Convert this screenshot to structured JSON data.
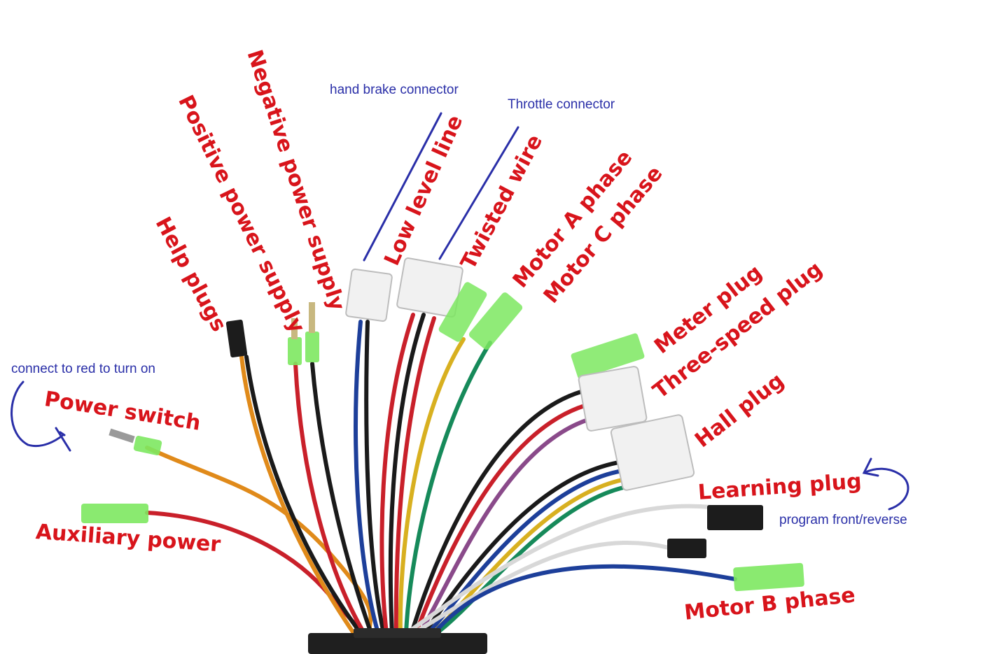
{
  "colors": {
    "label_red": "#d8141b",
    "note_blue": "#2a2fa8",
    "wire_red": "#c9202a",
    "wire_black": "#1a1a1a",
    "wire_yellow": "#d8b020",
    "wire_green": "#168a5a",
    "wire_blue": "#1d3f9a",
    "wire_orange": "#e08a1a",
    "wire_white": "#d8d8d8",
    "sleeve_green": "#7de860"
  },
  "labels": {
    "power_switch": "Power switch",
    "auxiliary_power": "Auxiliary power",
    "help_plugs": "Help plugs",
    "positive_power_supply": "Positive power supply",
    "negative_power_supply": "Negative power supply",
    "low_level_line": "Low level line",
    "twisted_wire": "Twisted wire",
    "motor_a_phase": "Motor A phase",
    "motor_c_phase": "Motor C phase",
    "meter_plug": "Meter plug",
    "three_speed_plug": "Three-speed plug",
    "hall_plug": "Hall plug",
    "learning_plug": "Learning plug",
    "motor_b_phase": "Motor B phase"
  },
  "notes": {
    "hand_brake_connector": "hand brake connector",
    "throttle_connector": "Throttle connector",
    "connect_to_red": "connect to red to turn on",
    "program_front_reverse": "program front/reverse"
  }
}
